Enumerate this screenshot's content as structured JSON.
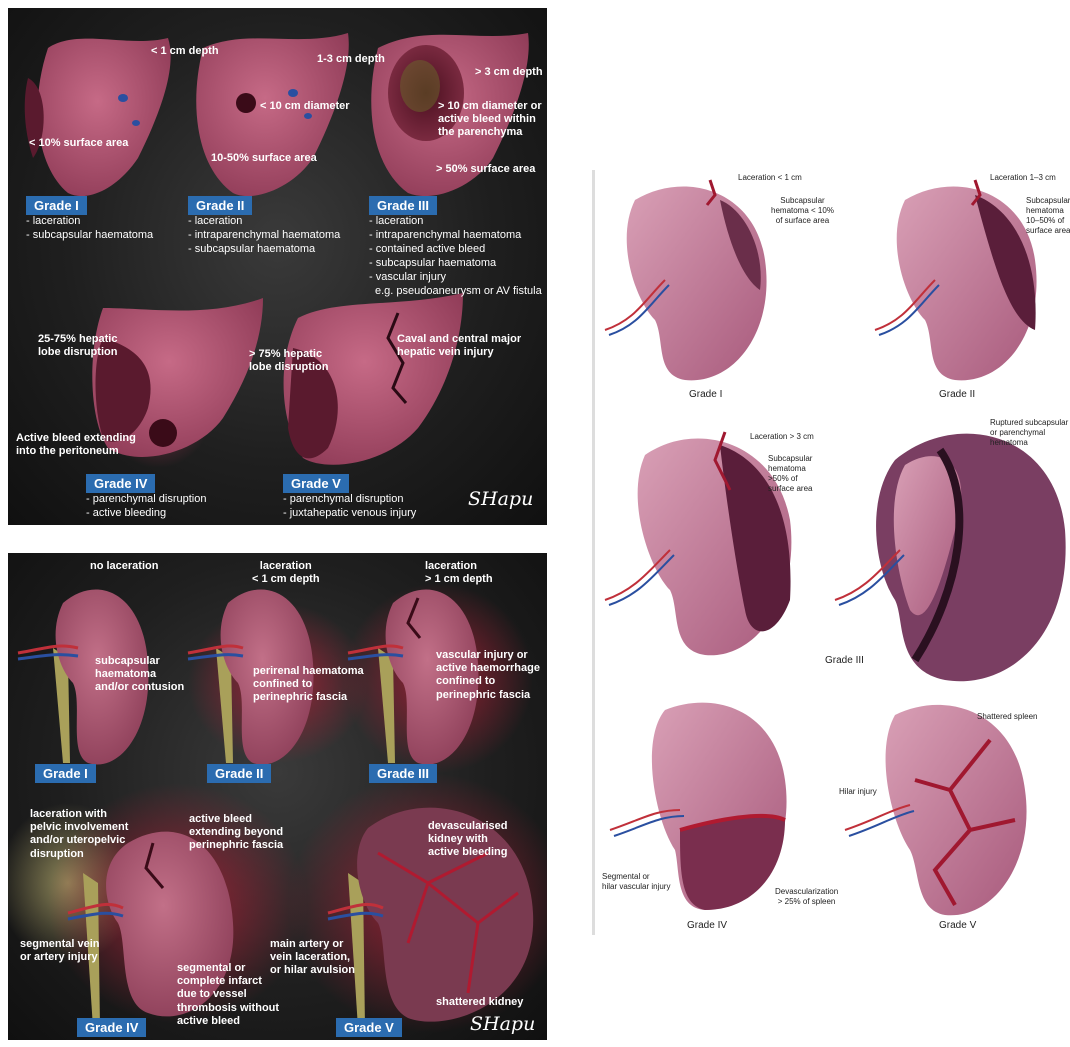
{
  "liver": {
    "labels": {
      "g1_depth": "< 1 cm depth",
      "g1_area": "< 10% surface area",
      "g2_depth": "1-3 cm depth",
      "g2_diam": "< 10 cm diameter",
      "g2_area": "10-50% surface area",
      "g3_depth": "> 3 cm depth",
      "g3_diam": "> 10 cm diameter or\nactive bleed within\nthe parenchyma",
      "g3_area": "> 50% surface area",
      "g4_lobe": "25-75% hepatic\nlobe disruption",
      "g4_bleed": "Active bleed extending\ninto the peritoneum",
      "g5_lobe": "> 75% hepatic\nlobe disruption",
      "g5_vein": "Caval and central major\nhepatic vein injury"
    },
    "grades": [
      {
        "title": "Grade I",
        "items": [
          "- laceration",
          "- subcapsular haematoma"
        ]
      },
      {
        "title": "Grade II",
        "items": [
          "- laceration",
          "- intraparenchymal haematoma",
          "- subcapsular haematoma"
        ]
      },
      {
        "title": "Grade III",
        "items": [
          "- laceration",
          "- intraparenchymal haematoma",
          "- contained active bleed",
          "- subcapsular haematoma",
          "- vascular injury",
          "  e.g. pseudoaneurysm or AV fistula"
        ]
      },
      {
        "title": "Grade IV",
        "items": [
          "- parenchymal disruption",
          "- active bleeding"
        ]
      },
      {
        "title": "Grade V",
        "items": [
          "- parenchymal disruption",
          "- juxtahepatic venous injury"
        ]
      }
    ],
    "signature": "SHapu"
  },
  "kidney": {
    "labels": {
      "g1_top": "no laceration",
      "g1_side": "subcapsular\nhaematoma\nand/or contusion",
      "g2_top": "laceration\n< 1 cm depth",
      "g2_side": "perirenal haematoma\nconfined to\nperinephric fascia",
      "g3_top": "laceration\n> 1 cm depth",
      "g3_side": "vascular injury or\nactive haemorrhage\nconfined to\nperinephric fascia",
      "g4_pelvic": "laceration with\npelvic involvement\nand/or uteropelvic\ndisruption",
      "g4_bleed": "active bleed\nextending beyond\nperinephric fascia",
      "g4_vein": "segmental vein\nor artery injury",
      "g4_infarct": "segmental or\ncomplete infarct\ndue to vessel\nthrombosis without\nactive bleed",
      "g5_devasc": "devascularised\nkidney with\nactive bleeding",
      "g5_artery": "main artery or\nvein laceration,\nor hilar avulsion",
      "g5_shattered": "shattered kidney"
    },
    "grades": [
      "Grade I",
      "Grade II",
      "Grade III",
      "Grade IV",
      "Grade V"
    ],
    "signature": "SHapu"
  },
  "spleen": {
    "labels": {
      "g1_lac": "Laceration < 1 cm",
      "g1_sub": "Subcapsular\nhematoma < 10%\nof surface area",
      "g2_lac": "Laceration 1–3 cm",
      "g2_sub": "Subcapsular\nhematoma\n10–50% of\nsurface area",
      "g3_lac": "Laceration > 3 cm",
      "g3_sub": "Subcapsular\nhematoma\n>50% of\nsurface area",
      "g3_rupt": "Ruptured subcapsular\nor parenchymal\nhematoma",
      "g4_seg": "Segmental or\nhilar vascular injury",
      "g4_devasc": "Devascularization\n> 25% of spleen",
      "g5_hilar": "Hilar injury",
      "g5_shattered": "Shattered spleen"
    },
    "grades": [
      "Grade I",
      "Grade II",
      "Grade III",
      "Grade IV",
      "Grade V"
    ]
  }
}
